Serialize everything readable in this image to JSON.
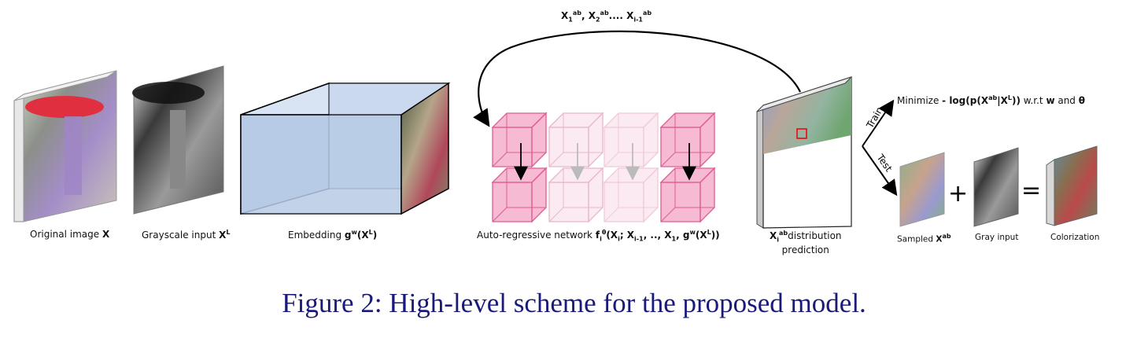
{
  "top_label": {
    "text": "X1ab, X2ab.... Xi-1ab"
  },
  "labels": {
    "original": {
      "prefix": "Original image ",
      "bold": "X"
    },
    "grayscale": {
      "prefix": "Grayscale input ",
      "bold": "X",
      "sup": "L"
    },
    "embedding": {
      "prefix": "Embedding ",
      "bold1": "g",
      "sup1": "w",
      "bold2": "(X",
      "sup2": "L",
      "bold3": ")"
    },
    "autoregressive": {
      "prefix": "Auto-regressive network ",
      "b_f": "f",
      "sub_i": "i",
      "sup_theta": "θ",
      "b_body": "(X",
      "sub1": "i",
      "b_mid": "; X",
      "sub2": "i-1",
      "b_mid2": ", .., X",
      "sub3": "1",
      "b_end": ", g",
      "sup_w": "w",
      "b_tail": "(X",
      "sup_L": "L",
      "b_close": "))"
    },
    "distribution": {
      "bold": "X",
      "sub": "i",
      "sup": "ab",
      "rest": "distribution",
      "line2": "prediction"
    },
    "minimize": {
      "prefix": "Minimize  ",
      "bold": "- log(p(X",
      "sup1": "ab",
      "bold2": "|X",
      "sup2": "L",
      "bold3": "))",
      "mid": " w.r.t ",
      "w": "w",
      "and": " and ",
      "theta": "θ"
    },
    "train": "Train",
    "test": "Test",
    "sampled": {
      "prefix": "Sampled ",
      "bold": "X",
      "sup": "ab"
    },
    "gray_input": "Gray input",
    "colorization": "Colorization",
    "plus": "+",
    "equals": "="
  },
  "caption": "Figure 2: High-level scheme for the proposed model.",
  "colors": {
    "cube_pink": "#f4a3c4",
    "cube_pink_dark": "#e05a93",
    "cube_faded": "#fbe3ee",
    "embedding_front": "#b7cbe6",
    "embedding_side": "#cad9ee",
    "caption": "#1a1a7a"
  }
}
